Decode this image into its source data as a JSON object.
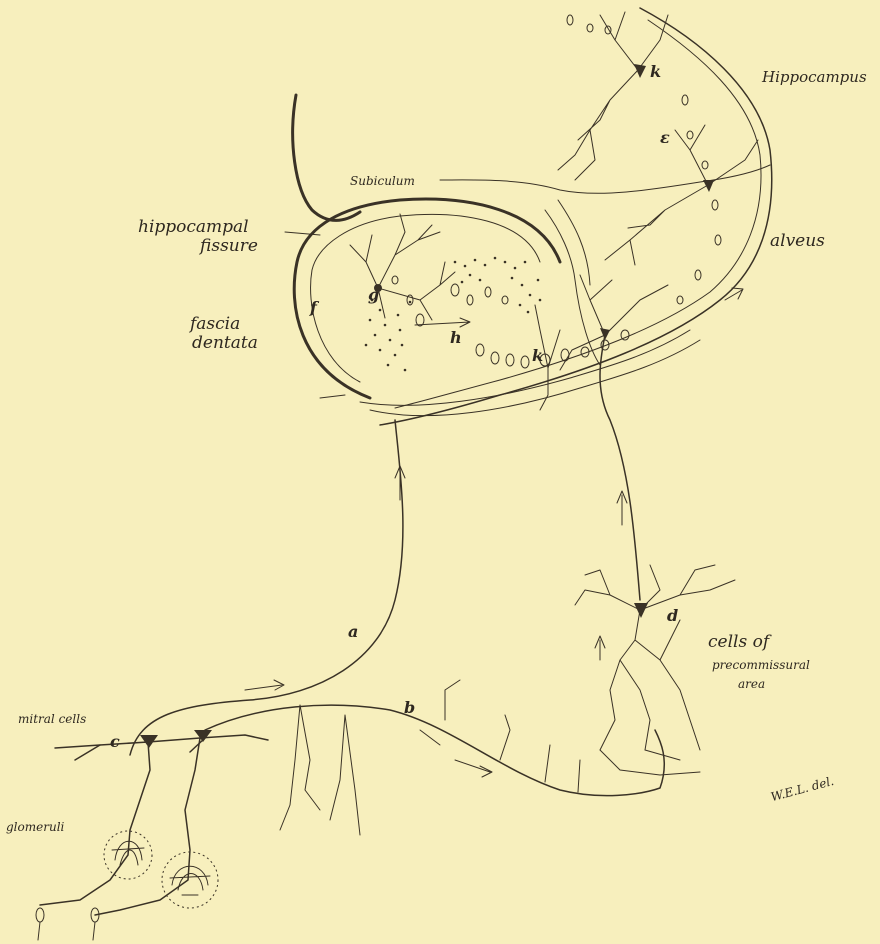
{
  "labels": {
    "hippocampus": "Hippocampus",
    "subiculum": "Subiculum",
    "hippocampal_fissure_1": "hippocampal",
    "hippocampal_fissure_2": "fissure",
    "fascia_dentata_1": "fascia",
    "fascia_dentata_2": "dentata",
    "alveus": "alveus",
    "mitral_cells": "mitral cells",
    "glomeruli": "glomeruli",
    "cells_preco_1": "cells of",
    "cells_preco_2": "precommissural",
    "cells_preco_3": "area",
    "signature": "W.E.L. del."
  },
  "letters": {
    "a": "a",
    "b": "b",
    "c": "c",
    "d": "d",
    "f": "f",
    "g": "g",
    "h": "h",
    "k_top": "k",
    "k_bottom": "k",
    "e": "ε"
  },
  "colors": {
    "background": "#f7efbd",
    "ink": "#3a3226"
  }
}
